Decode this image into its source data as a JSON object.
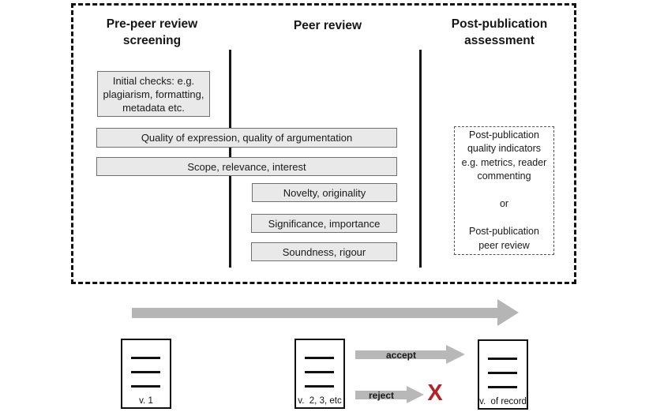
{
  "diagram": {
    "columns": [
      {
        "label": "Pre-peer review\nscreening"
      },
      {
        "label": "Peer review"
      },
      {
        "label": "Post-publication\nassessment"
      }
    ],
    "screening_box": "Initial checks: e.g.\nplagiarism, formatting,\nmetadata etc.",
    "criteria_bars": [
      "Quality of expression, quality of argumentation",
      "Scope, relevance, interest",
      "Novelty, originality",
      "Significance, importance",
      "Soundness, rigour"
    ],
    "post_publication_box": "Post-publication\nquality indicators\ne.g. metrics, reader\ncommenting\n\nor\n\nPost-publication\npeer review"
  },
  "timeline": {
    "documents": [
      {
        "label": "v. 1"
      },
      {
        "label": "v.  2, 3, etc"
      },
      {
        "label": "v.  of record"
      }
    ],
    "accept_label": "accept",
    "reject_label": "reject",
    "reject_mark": "X"
  },
  "colors": {
    "bar_fill": "#e9e9e9",
    "bar_border": "#6f6f6f",
    "arrow_gray": "#b5b5b5",
    "reject_red": "#b5232a",
    "frame_black": "#111111"
  }
}
